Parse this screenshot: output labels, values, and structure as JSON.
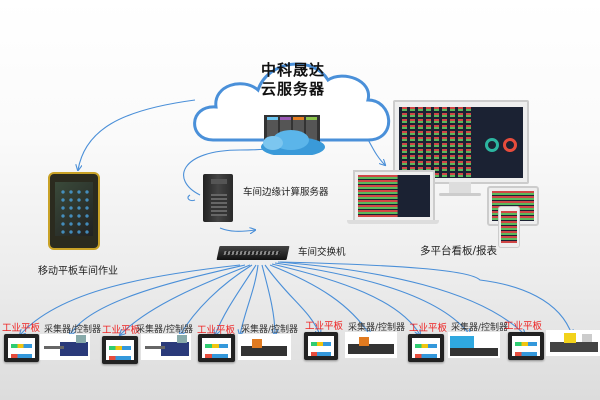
{
  "diagram": {
    "cloud": {
      "title_line1": "中科晟达",
      "title_line2": "云服务器",
      "icon": "cloud-server-icon",
      "color": "#4a90d9"
    },
    "mobile_tablet": {
      "label": "移动平板车间作业",
      "icon": "rugged-tablet-icon"
    },
    "edge_server": {
      "label": "车间边缘计算服务器",
      "icon": "tower-server-icon"
    },
    "switch": {
      "label": "车间交换机",
      "icon": "network-switch-icon"
    },
    "dashboards": {
      "label": "多平台看板/报表",
      "icon": "multi-device-dashboard-icon"
    },
    "stations": [
      {
        "panel_label": "工业平板",
        "controller_label": "采集器/控制器",
        "machine_color": "#2a3a7a"
      },
      {
        "panel_label": "工业平板",
        "controller_label": "采集器/控制器",
        "machine_color": "#2a3a7a"
      },
      {
        "panel_label": "工业平板",
        "controller_label": "采集器/控制器",
        "machine_color": "#e07a20"
      },
      {
        "panel_label": "工业平板",
        "controller_label": "采集器/控制器",
        "machine_color": "#e07a20"
      },
      {
        "panel_label": "工业平板",
        "controller_label": "采集器/控制器",
        "machine_color": "#2fa8e0"
      },
      {
        "panel_label": "工业平板",
        "controller_label": "",
        "machine_color": "#f2d21a"
      }
    ],
    "colors": {
      "link": "#4a8fd8",
      "panel_label": "#ee2222"
    }
  }
}
